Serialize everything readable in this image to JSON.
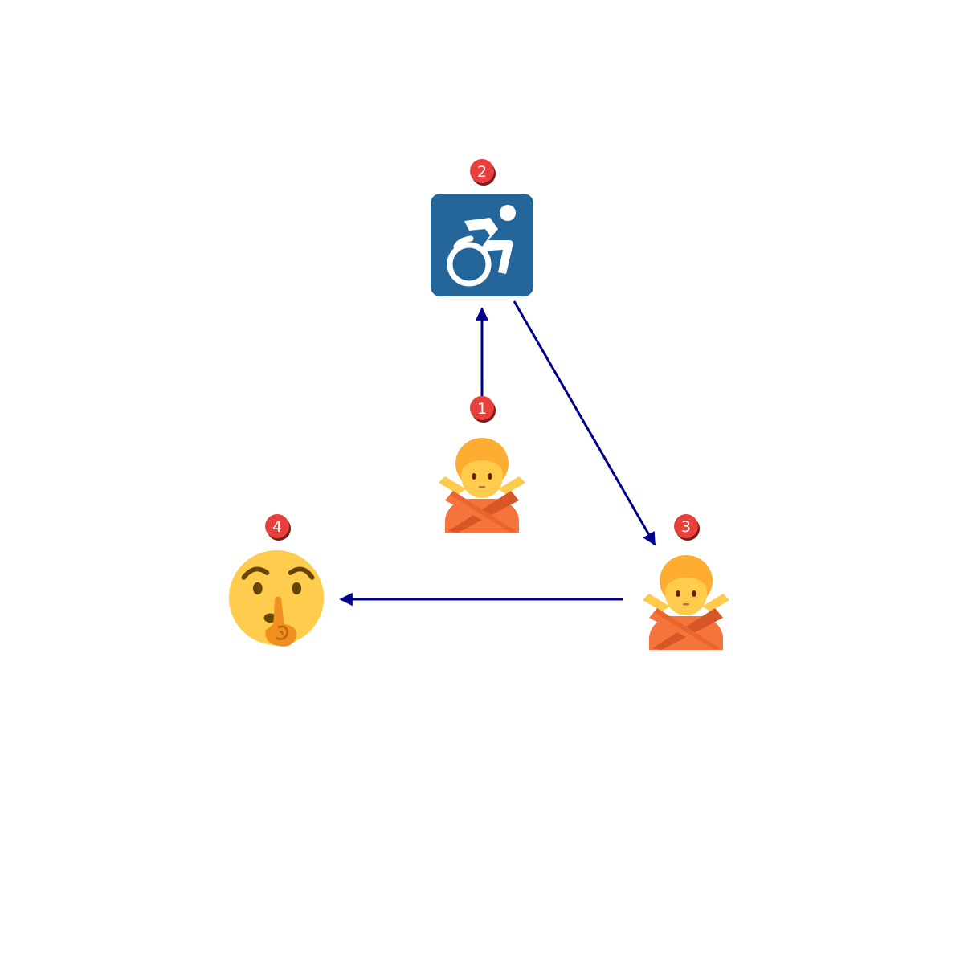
{
  "colors": {
    "background": "#ffffff",
    "edge": "#00008b",
    "badge_fill": "#e8413c",
    "badge_shadow": "#7a1a1a",
    "badge_text": "#ffffff",
    "accessibility_blue": "#24659a",
    "skin": "#ffcb4c",
    "hair": "#ffac33",
    "shirt": "#f4743c",
    "shirt_dark": "#d95627",
    "face": "#ffcc4d",
    "face_features": "#664500",
    "finger": "#f19020"
  },
  "nodes": [
    {
      "id": "node-1",
      "badge": "1",
      "icon": "person-gesturing-no-icon"
    },
    {
      "id": "node-2",
      "badge": "2",
      "icon": "wheelchair-symbol-icon"
    },
    {
      "id": "node-3",
      "badge": "3",
      "icon": "person-gesturing-no-icon"
    },
    {
      "id": "node-4",
      "badge": "4",
      "icon": "shushing-face-icon"
    }
  ],
  "edges": [
    {
      "from": "1",
      "to": "2"
    },
    {
      "from": "2",
      "to": "3"
    },
    {
      "from": "3",
      "to": "4"
    }
  ]
}
